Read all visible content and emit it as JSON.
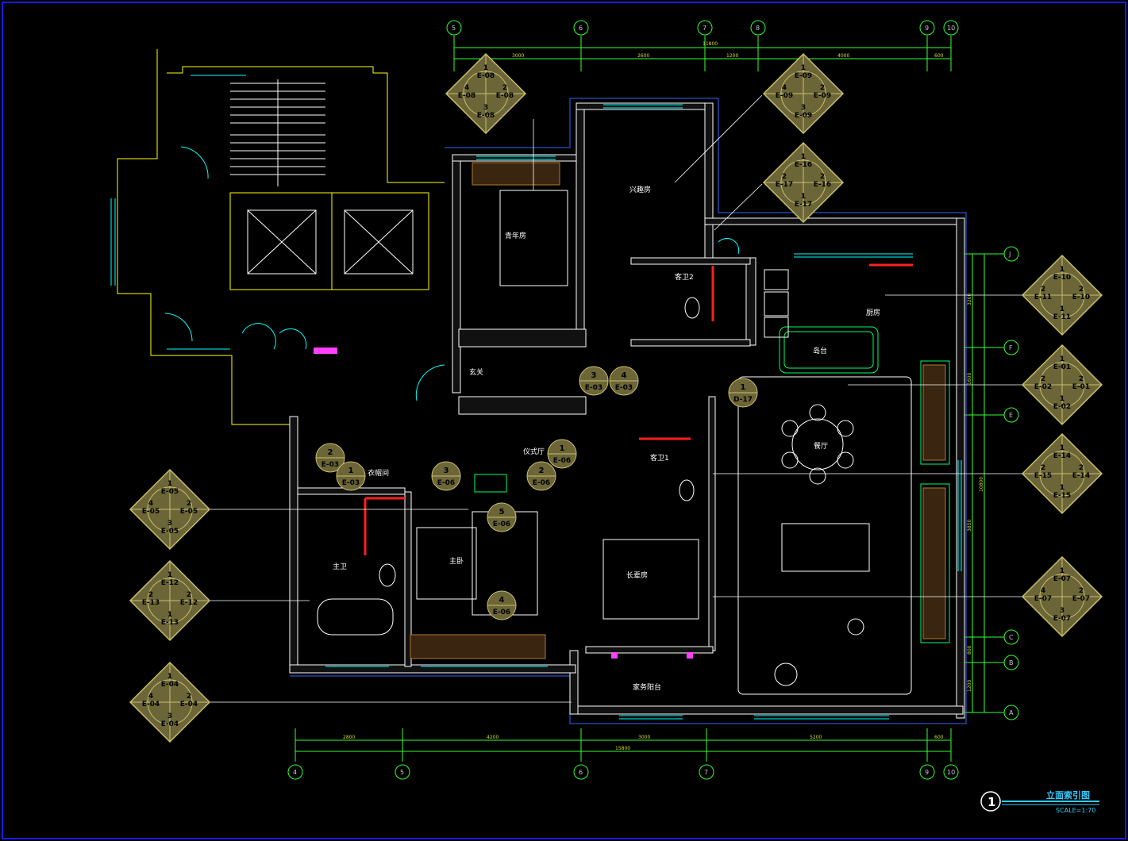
{
  "drawing": {
    "title": "立面索引图",
    "scale": "SCALE=1:70",
    "number": "1"
  },
  "colors": {
    "background": "#000000",
    "frame": "#1a1aff",
    "wall": "#ffffff",
    "wall_fill": "#111111",
    "dimension": "#33ff33",
    "dim_text": "#d8d830",
    "index_fill": "#6b6538",
    "index_stroke": "#c8c06a",
    "cyan": "#00ffff",
    "blue": "#3366ff",
    "red": "#ff2020",
    "magenta": "#ff40ff",
    "yellow": "#ffff00",
    "green": "#00ff66",
    "title_color": "#33ccff"
  },
  "rooms": {
    "qingnian": "青年房",
    "xingqu": "兴趣房",
    "kewei2": "客卫2",
    "chufang": "厨房",
    "daotai": "岛台",
    "xuanguan": "玄关",
    "canting": "餐厅",
    "yishiting": "仪式厅",
    "kewei1": "客卫1",
    "yimaojian": "衣帽间",
    "zhuwei": "主卫",
    "zhuwo": "主卧",
    "zhanglaofang": "长辈房",
    "jiawuyangtai": "家务阳台"
  },
  "axes": {
    "top": [
      "5",
      "6",
      "7",
      "8",
      "9",
      "10"
    ],
    "bottom": [
      "4",
      "5",
      "6",
      "7",
      "9",
      "10"
    ],
    "right": [
      "J",
      "F",
      "E",
      "C",
      "B",
      "A"
    ]
  },
  "dimensions": {
    "top_total": "11800",
    "top_segments": [
      "3000",
      "2600",
      "1200",
      "4000",
      "600"
    ],
    "bottom_total": "15800",
    "bottom_segments": [
      "2800",
      "4200",
      "3000",
      "5200",
      "600"
    ],
    "right_total": "10800",
    "right_segments": [
      "3200",
      "1600",
      "3850",
      "800",
      "1200"
    ]
  },
  "index_symbols": [
    {
      "id": "e08",
      "top": "1\nE-08",
      "left": "4\nE-08",
      "right": "2\nE-08",
      "bottom": "3\nE-08"
    },
    {
      "id": "e09",
      "top": "1\nE-09",
      "left": "4\nE-09",
      "right": "2\nE-09",
      "bottom": "3\nE-09"
    },
    {
      "id": "e16",
      "top": "1\nE-16",
      "left": "2\nE-17",
      "right": "2\nE-16",
      "bottom": "1\nE-17"
    },
    {
      "id": "e10",
      "top": "1\nE-10",
      "left": "2\nE-11",
      "right": "2\nE-10",
      "bottom": "1\nE-11"
    },
    {
      "id": "e01",
      "top": "1\nE-01",
      "left": "2\nE-02",
      "right": "2\nE-01",
      "bottom": "1\nE-02"
    },
    {
      "id": "e14",
      "top": "1\nE-14",
      "left": "2\nE-15",
      "right": "2\nE-14",
      "bottom": "1\nE-15"
    },
    {
      "id": "e07",
      "top": "1\nE-07",
      "left": "4\nE-07",
      "right": "2\nE-07",
      "bottom": "3\nE-07"
    },
    {
      "id": "e05",
      "top": "1\nE-05",
      "left": "4\nE-05",
      "right": "2\nE-05",
      "bottom": "3\nE-05"
    },
    {
      "id": "e12",
      "top": "1\nE-12",
      "left": "2\nE-13",
      "right": "2\nE-12",
      "bottom": "1\nE-13"
    },
    {
      "id": "e04",
      "top": "1\nE-04",
      "left": "4\nE-04",
      "right": "2\nE-04",
      "bottom": "3\nE-04"
    }
  ],
  "inner_indices": [
    {
      "id": "e03a",
      "num": "3",
      "sheet": "E-03"
    },
    {
      "id": "e03b",
      "num": "4",
      "sheet": "E-03"
    },
    {
      "id": "e03c",
      "num": "2",
      "sheet": "E-03"
    },
    {
      "id": "e03d",
      "num": "1",
      "sheet": "E-03"
    },
    {
      "id": "e06a",
      "num": "3",
      "sheet": "E-06"
    },
    {
      "id": "e06b",
      "num": "2",
      "sheet": "E-06"
    },
    {
      "id": "e06c",
      "num": "1",
      "sheet": "E-06"
    },
    {
      "id": "e06d",
      "num": "5",
      "sheet": "E-06"
    },
    {
      "id": "e06e",
      "num": "4",
      "sheet": "E-06"
    },
    {
      "id": "d17",
      "num": "1",
      "sheet": "D-17"
    }
  ]
}
